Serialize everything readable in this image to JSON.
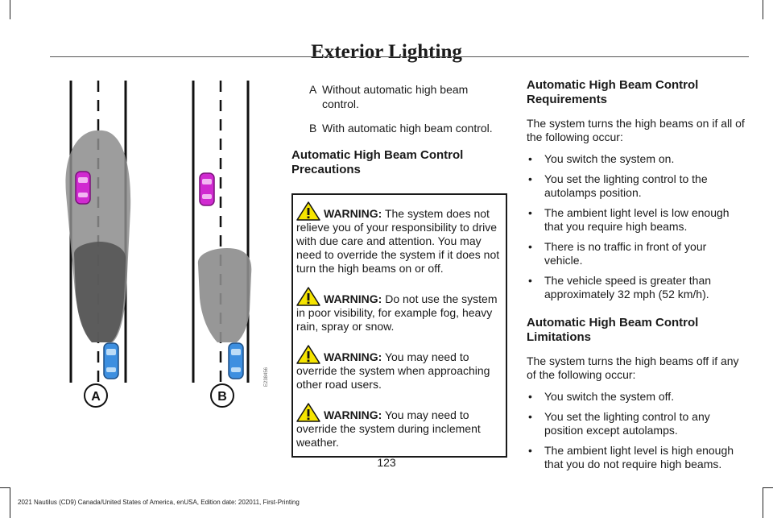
{
  "header": {
    "title": "Exterior Lighting"
  },
  "figure": {
    "label_a": "A",
    "label_b": "B",
    "colors": {
      "beam_light": "#8c8c8c",
      "beam_dark": "#555555",
      "car_magenta": "#d02ad0",
      "car_blue": "#3d8fe0"
    },
    "watermark_code": "E238456"
  },
  "legend": [
    {
      "key": "A",
      "text": "Without automatic high beam control."
    },
    {
      "key": "B",
      "text": "With automatic high beam control."
    }
  ],
  "precautions": {
    "heading": "Automatic High Beam Control Precautions",
    "warnings": [
      {
        "label": "WARNING:",
        "text": " The system does not relieve you of your responsibility to drive with due care and attention. You may need to override the system if it does not turn the high beams on or off."
      },
      {
        "label": "WARNING:",
        "text": " Do not use the system in poor visibility, for example fog, heavy rain, spray or snow."
      },
      {
        "label": "WARNING:",
        "text": " You may need to override the system when approaching other road users."
      },
      {
        "label": "WARNING:",
        "text": " You may need to override the system during inclement weather."
      }
    ]
  },
  "requirements": {
    "heading": "Automatic High Beam Control Requirements",
    "intro": "The system turns the high beams on if all of the following occur:",
    "items": [
      "You switch the system on.",
      "You set the lighting control to the autolamps position.",
      "The ambient light level is low enough that you require high beams.",
      "There is no traffic in front of your vehicle.",
      "The vehicle speed is greater than approximately 32 mph (52 km/h)."
    ]
  },
  "limitations": {
    "heading": "Automatic High Beam Control Limitations",
    "intro": "The system turns the high beams off if any of the following occur:",
    "items": [
      "You switch the system off.",
      "You set the lighting control to any position except autolamps.",
      "The ambient light level is high enough that you do not require high beams."
    ]
  },
  "footer": {
    "page_number": "123",
    "edition": "2021 Nautilus (CD9) Canada/United States of America, enUSA, Edition date: 202011, First-Printing"
  }
}
